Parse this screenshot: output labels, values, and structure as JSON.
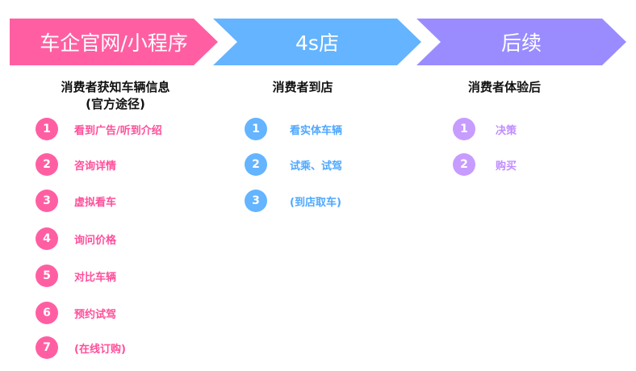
{
  "stages": [
    {
      "label": "车企官网/小程序",
      "color": "#ff5fa2"
    },
    {
      "label": "4s店",
      "color": "#64b4ff"
    },
    {
      "label": "后续",
      "color": "#9a8cff"
    }
  ],
  "columns": [
    {
      "title_line1": "消费者获知车辆信息",
      "title_line2": "(官方途径)",
      "num_color": "#ff5fa2",
      "text_color": "#ff4f9a",
      "steps": [
        {
          "num": "1",
          "label": "看到广告/听到介绍"
        },
        {
          "num": "2",
          "label": "咨询详情"
        },
        {
          "num": "3",
          "label": "虚拟看车"
        },
        {
          "num": "4",
          "label": "询问价格"
        },
        {
          "num": "5",
          "label": "对比车辆"
        },
        {
          "num": "6",
          "label": "预约试驾"
        },
        {
          "num": "7",
          "label": "(在线订购)"
        }
      ]
    },
    {
      "title_line1": "消费者到店",
      "num_color": "#64b4ff",
      "text_color": "#4fa8ff",
      "steps": [
        {
          "num": "1",
          "label": "看实体车辆"
        },
        {
          "num": "2",
          "label": "试乘、试驾"
        },
        {
          "num": "3",
          "label": "(到店取车)"
        }
      ]
    },
    {
      "title_line1": "消费者体验后",
      "num_color": "#c79cff",
      "text_color": "#c08cff",
      "steps": [
        {
          "num": "1",
          "label": "决策"
        },
        {
          "num": "2",
          "label": "购买"
        }
      ]
    }
  ]
}
